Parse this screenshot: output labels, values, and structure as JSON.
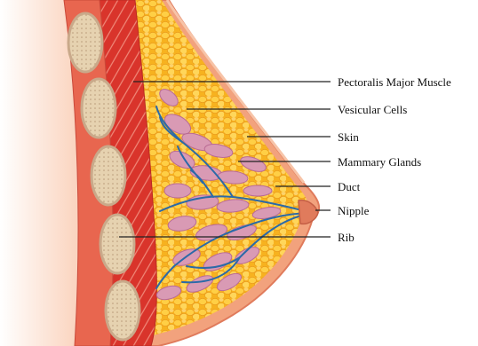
{
  "labels": [
    {
      "id": "pectoralis",
      "text": "Pectoralis Major Muscle"
    },
    {
      "id": "vesicular",
      "text": "Vesicular Cells"
    },
    {
      "id": "skin",
      "text": "Skin"
    },
    {
      "id": "glands",
      "text": "Mammary Glands"
    },
    {
      "id": "duct",
      "text": "Duct"
    },
    {
      "id": "nipple",
      "text": "Nipple"
    },
    {
      "id": "rib",
      "text": "Rib"
    }
  ],
  "colors": {
    "skin": "#f2a27d",
    "skin_dark": "#e07b5c",
    "muscle": "#d9342b",
    "muscle_line": "#f3a89a",
    "fat": "#fbc12f",
    "fat_highlight": "#ffe08a",
    "gland": "#d99ab4",
    "gland_dark": "#b96a94",
    "duct": "#2b6aa8",
    "rib": "#e8d4b4",
    "rib_edge": "#c9a98a",
    "leader": "#222222"
  }
}
